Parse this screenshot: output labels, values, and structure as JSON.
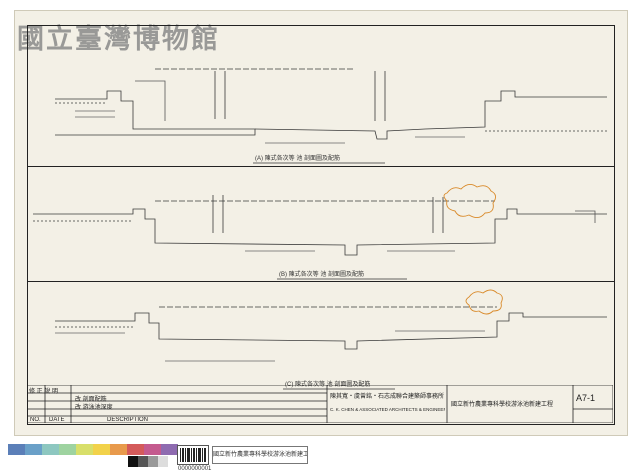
{
  "watermark": {
    "museum_name": "國立臺灣博物館"
  },
  "sections": {
    "a": {
      "label": "(A) 陳式各次等 池 剖面圖及配筋"
    },
    "b": {
      "label": "(B) 陳式各次等 池 剖面圖及配筋"
    },
    "c": {
      "label": "(C) 陳式各次等 池 剖面圖及配筋"
    }
  },
  "title_block": {
    "firm_cn": "陳其寬・虞曾銘・石志成聯合建築師事務所",
    "firm_en": "C. K. CHEN & ASSOCIATED ARCHITECTS & ENGINEERS",
    "project": "國立新竹農業專科學校游泳池新建工程",
    "drawing_no": "A7-1",
    "rev_header": "修 正 說 明",
    "rev_text_1": "改 剖面配筋",
    "rev_text_2": "改 游泳池深度",
    "no_label": "NO.",
    "date_label": "DATE",
    "desc_label": "DESCRIPTION"
  },
  "scan_strip": {
    "barcode_number": "0000000001",
    "caption": "國立新竹農業專科學校游泳池新建工程",
    "swatches": [
      "#5b7fb8",
      "#6aa0c8",
      "#8dc7c0",
      "#9ed3a0",
      "#d8df6a",
      "#f2d24a",
      "#e89a4c",
      "#d45a5a",
      "#c45a8e",
      "#8e6bb0",
      "#111111",
      "#555555",
      "#999999",
      "#dddddd",
      "#ffffff"
    ]
  }
}
